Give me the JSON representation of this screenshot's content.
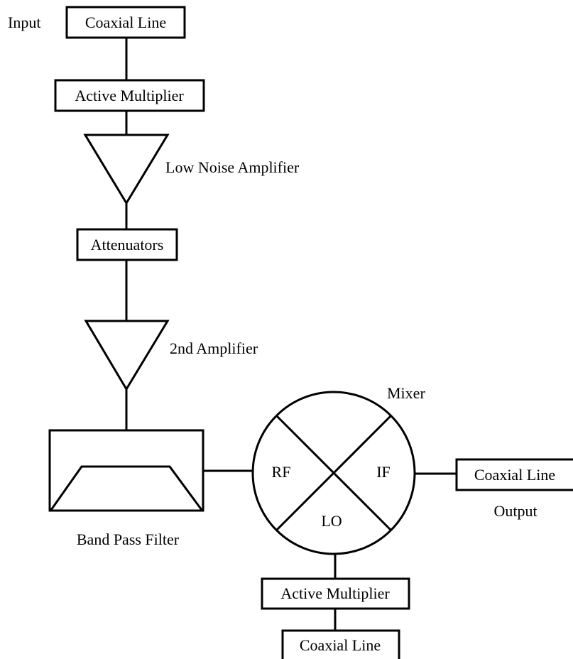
{
  "labels": {
    "input": "Input",
    "output": "Output",
    "mixer": "Mixer",
    "low_noise_amplifier": "Low Noise Amplifier",
    "second_amplifier": "2nd Amplifier",
    "band_pass_filter": "Band Pass Filter"
  },
  "blocks": {
    "coaxial_line_input": "Coaxial Line",
    "active_multiplier_top": "Active Multiplier",
    "attenuators": "Attenuators",
    "coaxial_line_output": "Coaxial Line",
    "active_multiplier_bottom": "Active Multiplier",
    "coaxial_line_bottom": "Coaxial Line"
  },
  "mixer_ports": {
    "rf": "RF",
    "if": "IF",
    "lo": "LO"
  }
}
